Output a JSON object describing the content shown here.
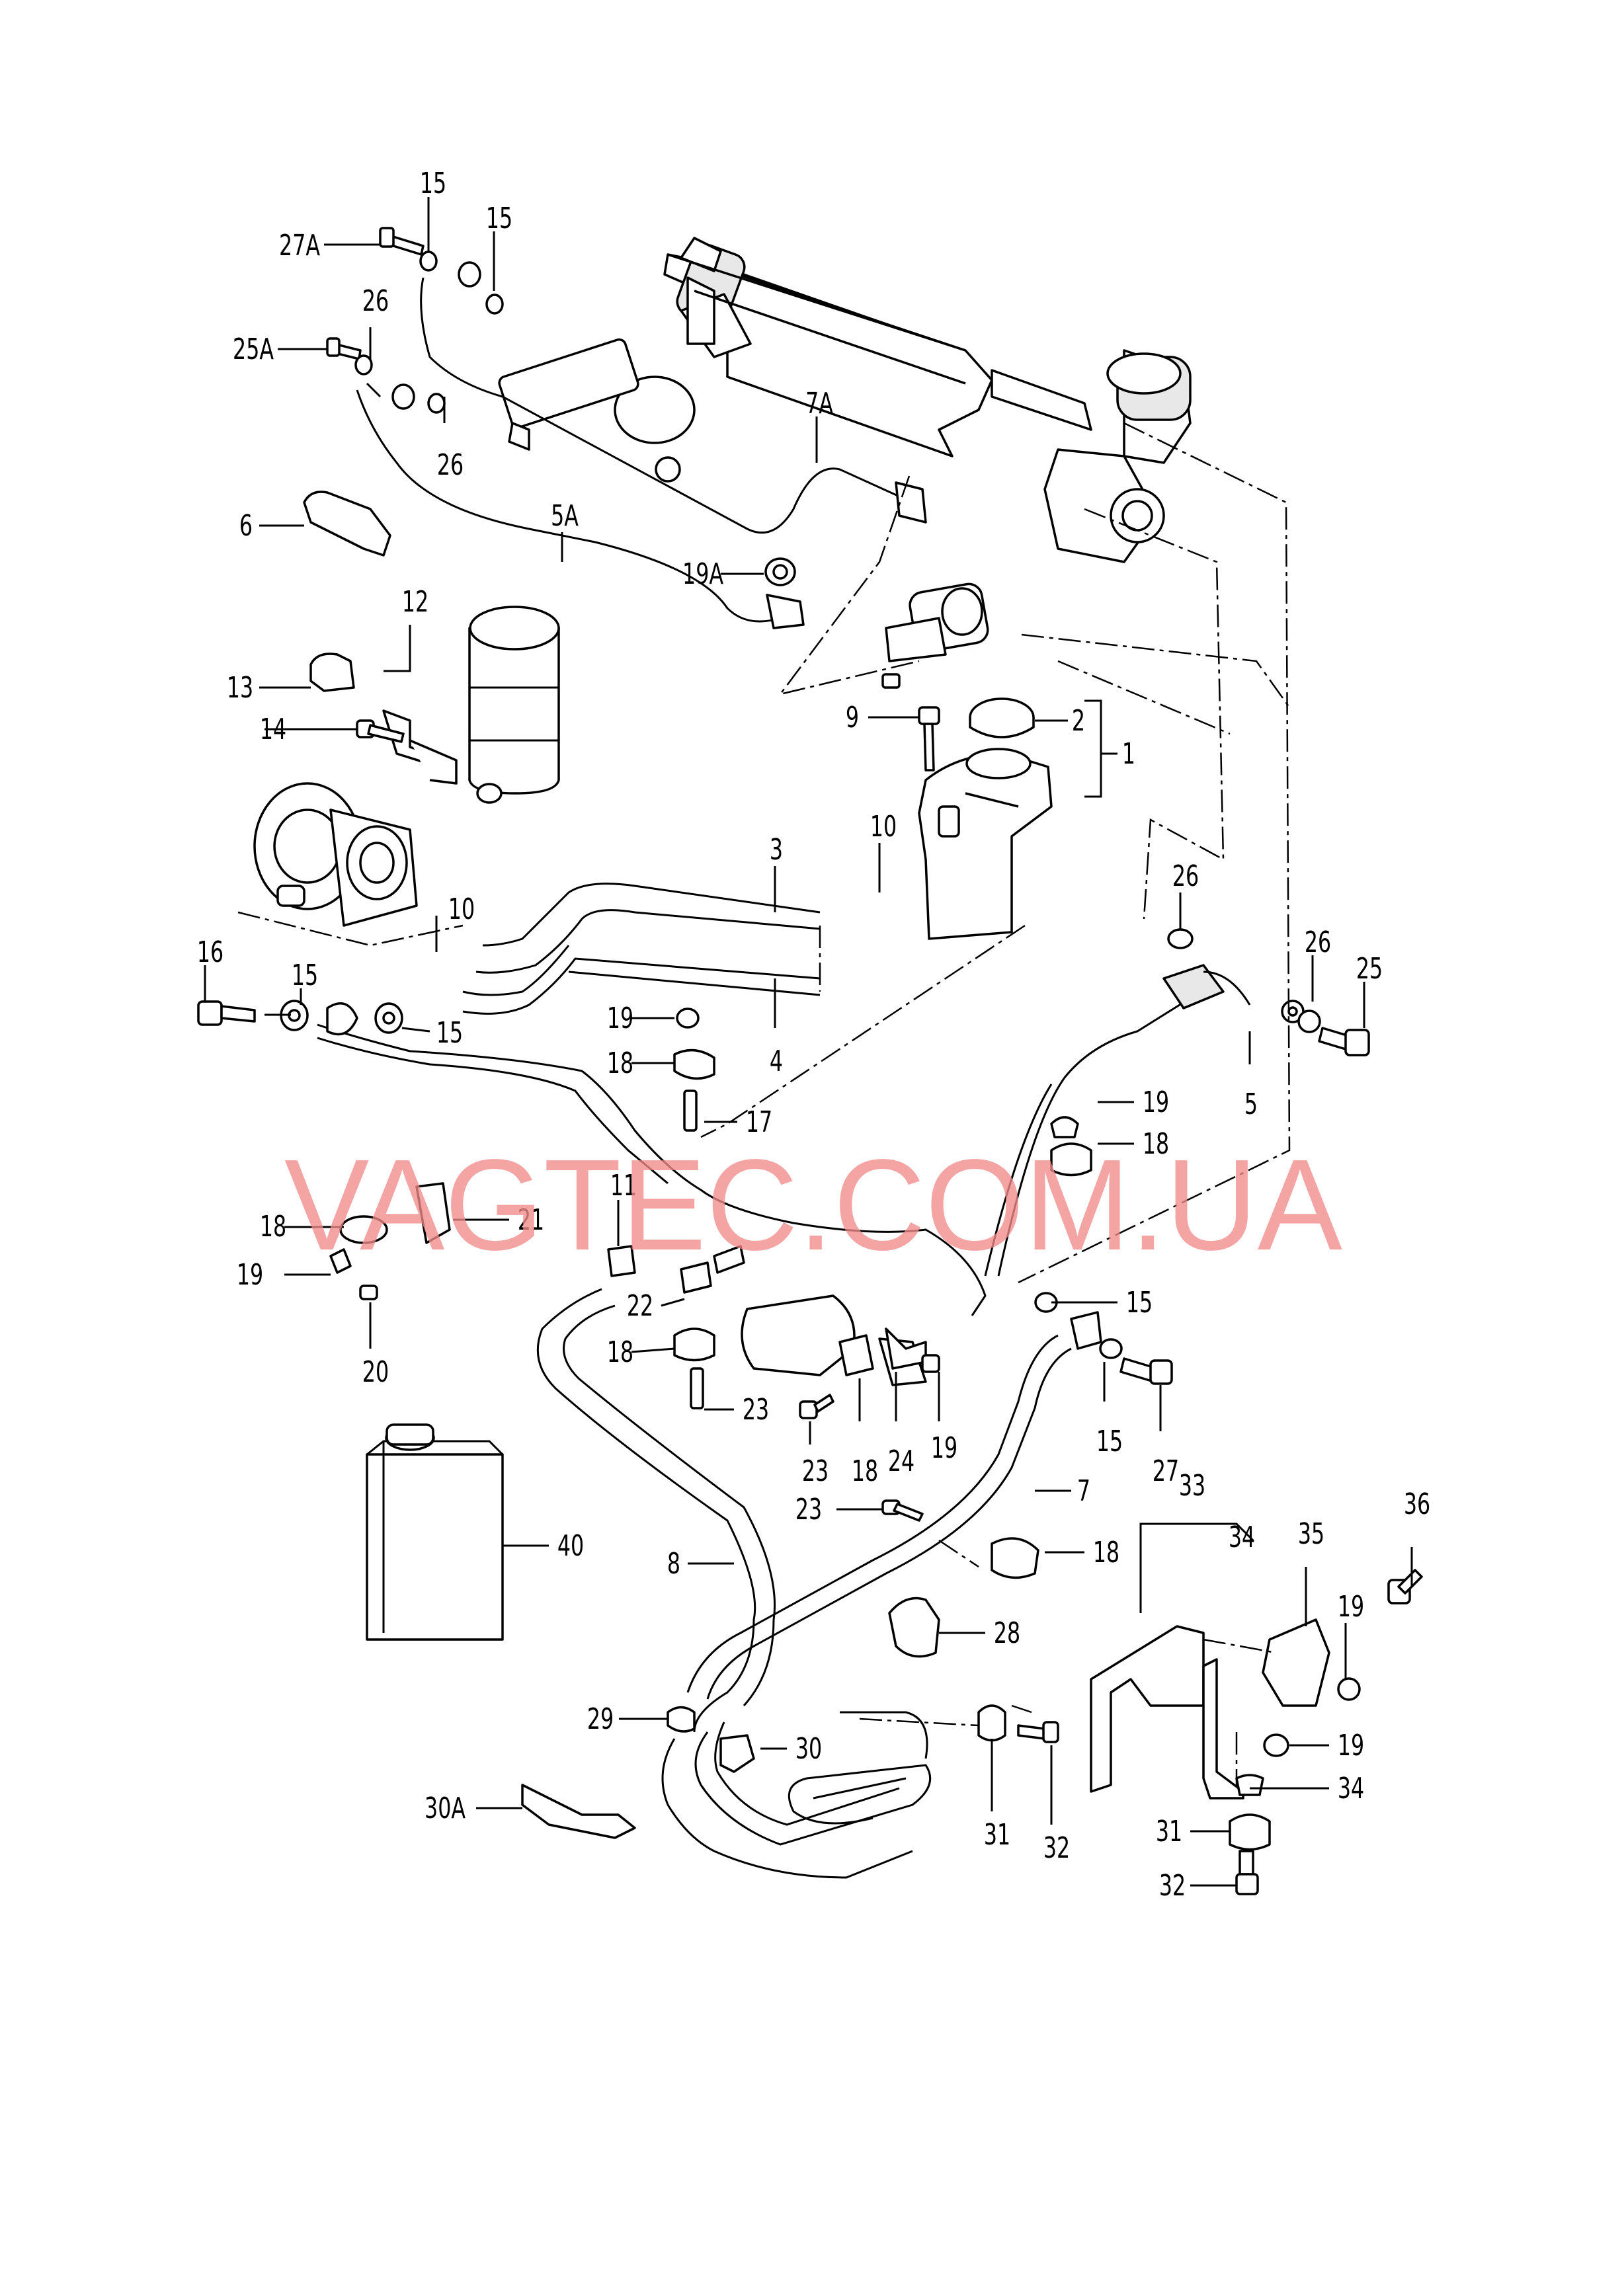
{
  "watermark": "VAGTEC.COM.UA",
  "callouts": {
    "c15a": "15",
    "c15b": "15",
    "c27A": "27A",
    "c26a": "26",
    "c25A": "25A",
    "c26b": "26",
    "c7A": "7A",
    "c6": "6",
    "c5A": "5A",
    "c19A": "19A",
    "c12": "12",
    "c13": "13",
    "c14": "14",
    "c9": "9",
    "c2": "2",
    "c1": "1",
    "c3": "3",
    "c10a": "10",
    "c10b": "10",
    "c16": "16",
    "c15c": "15",
    "c15d": "15",
    "c19a": "19",
    "c18a": "18",
    "c17": "17",
    "c4": "4",
    "c26c": "26",
    "c26d": "26",
    "c25": "25",
    "c5": "5",
    "c19b": "19",
    "c18b": "18",
    "c11": "11",
    "c18c": "18",
    "c21": "21",
    "c19c": "19",
    "c20": "20",
    "c22": "22",
    "c18d": "18",
    "c23a": "23",
    "c15e": "15",
    "c15f": "15",
    "c27": "27",
    "c23b": "23",
    "c18e": "18",
    "c24": "24",
    "c19d": "19",
    "c23c": "23",
    "c7": "7",
    "c18f": "18",
    "c40": "40",
    "c8": "8",
    "c33": "33",
    "c34a": "34",
    "c35": "35",
    "c36": "36",
    "c19e": "19",
    "c28": "28",
    "c29": "29",
    "c30": "30",
    "c19f": "19",
    "c34b": "34",
    "c30A": "30A",
    "c31a": "31",
    "c32a": "32",
    "c31b": "31",
    "c32b": "32"
  }
}
